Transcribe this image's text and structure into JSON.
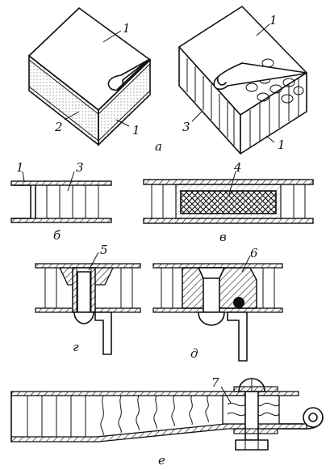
{
  "diagram": {
    "panels": {
      "a": "а",
      "b": "б",
      "v": "в",
      "g": "г",
      "d": "д",
      "e": "е"
    },
    "callouts": {
      "a_left_1": "1",
      "a_left_2": "2",
      "a_left_1b": "1",
      "a_right_1": "1",
      "a_right_3": "3",
      "a_right_1b": "1",
      "b_1": "1",
      "b_3": "3",
      "v_4": "4",
      "g_5": "5",
      "d_6": "6",
      "e_7": "7"
    }
  }
}
